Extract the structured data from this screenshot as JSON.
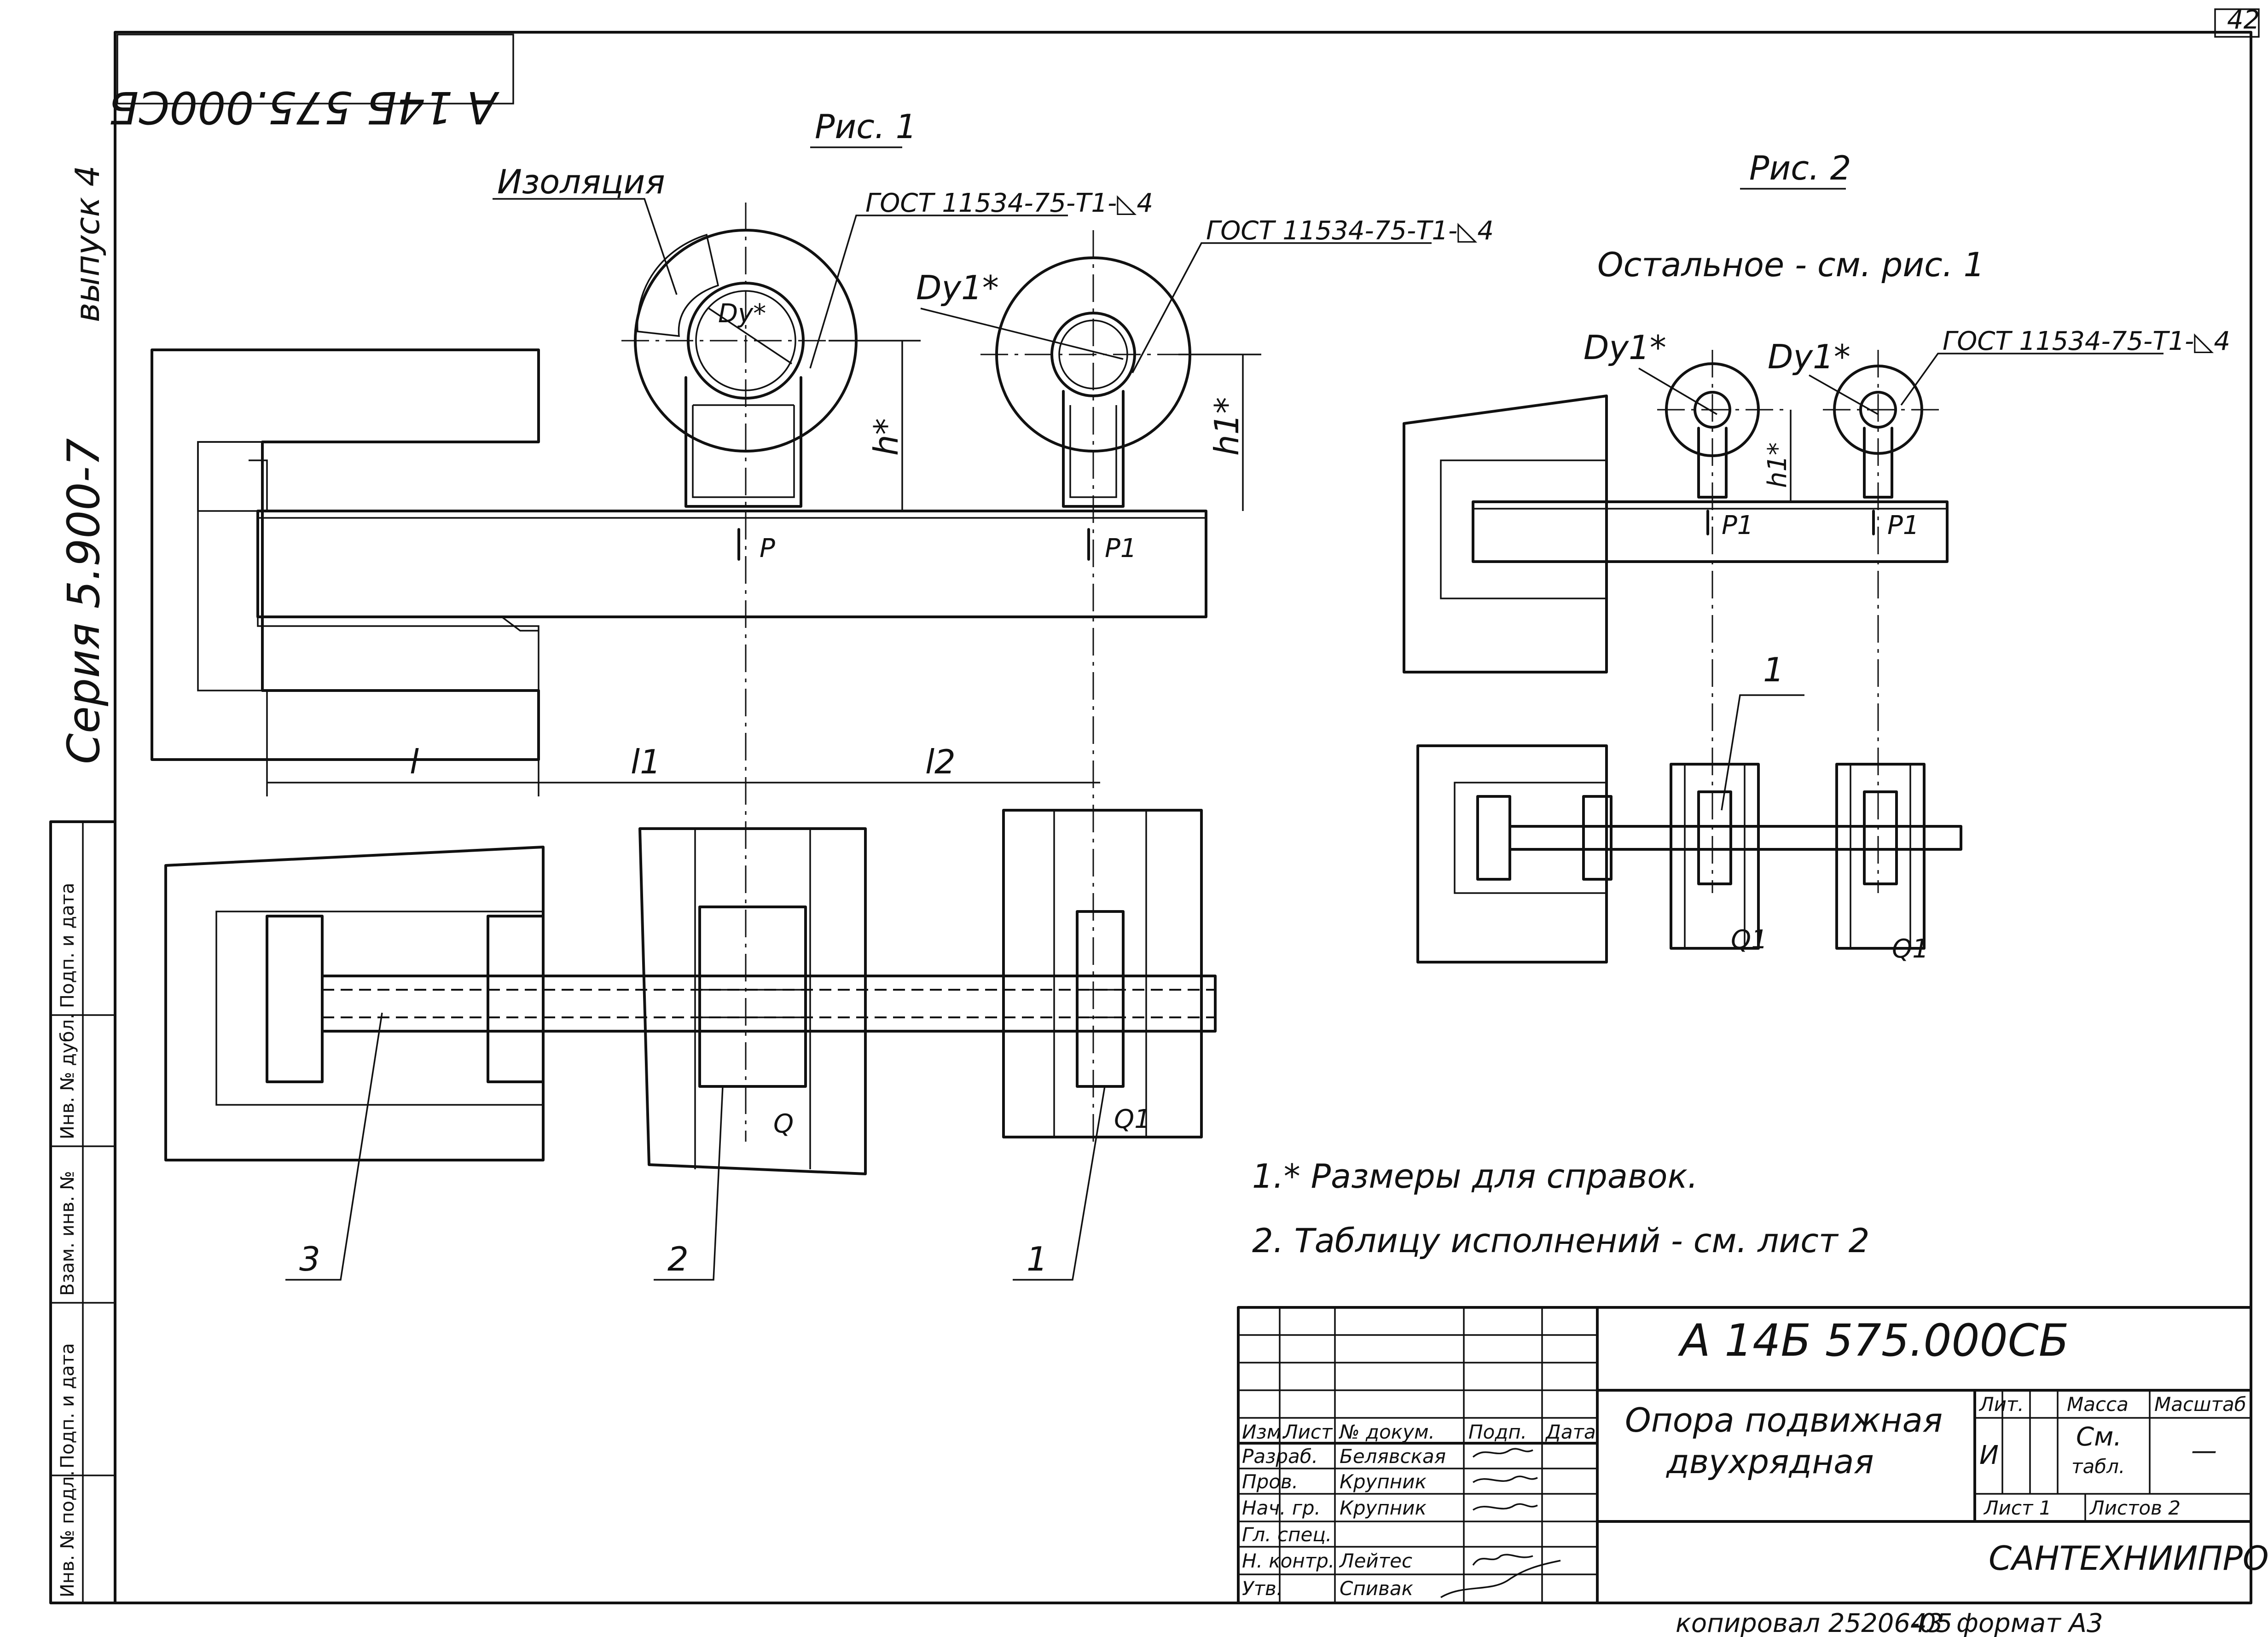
{
  "page": {
    "page_number": "42",
    "stamp_top": "А 14Б 575.000СБ",
    "bottom_note": "копировал 25206-05",
    "bottom_sheet_num": "43",
    "bottom_format": "формат А3"
  },
  "left_margin": {
    "vypusk": "выпуск 4",
    "seriya": "Серия 5.900-7",
    "fields": [
      "Подп. и дата",
      "Инв. № дубл.",
      "Взам. инв. №",
      "Подп. и дата",
      "Инв. № подл."
    ]
  },
  "fig1": {
    "title": "Рис. 1",
    "insulation": "Изоляция",
    "gost_1": "ГОСТ 11534-75-Т1-◺4",
    "gost_2": "ГОСТ 11534-75-Т1-◺4",
    "dy_star": "Dy*",
    "dy1_star": "Dy1*",
    "h_star": "h*",
    "h1_star": "h1*",
    "p": "P",
    "p1": "P1",
    "l": "l",
    "l1": "l1",
    "l2": "l2",
    "q": "Q",
    "q1": "Q1",
    "pos1": "1",
    "pos2": "2",
    "pos3": "3"
  },
  "fig2": {
    "title": "Рис. 2",
    "note": "Остальное - см. рис. 1",
    "dy1_a": "Dy1*",
    "dy1_b": "Dy1*",
    "gost": "ГОСТ 11534-75-Т1-◺4",
    "h1_star": "h1*",
    "p1_a": "P1",
    "p1_b": "P1",
    "q1_a": "Q1",
    "q1_b": "Q1",
    "pos1": "1"
  },
  "notes": [
    "1.* Размеры для справок.",
    "2. Таблицу исполнений - см. лист 2"
  ],
  "title_block": {
    "doc_number": "А 14Б 575.000СБ",
    "name_line1": "Опора подвижная",
    "name_line2": "двухрядная",
    "col_headers": [
      "Изм.",
      "Лист",
      "№ докум.",
      "Подп.",
      "Дата"
    ],
    "roles": [
      {
        "role": "Разраб.",
        "name": "Белявская"
      },
      {
        "role": "Пров.",
        "name": "Крупник"
      },
      {
        "role": "Нач. гр.",
        "name": "Крупник"
      },
      {
        "role": "Гл. спец.",
        "name": ""
      },
      {
        "role": "Н. контр.",
        "name": "Лейтес"
      },
      {
        "role": "Утв.",
        "name": "Спивак"
      }
    ],
    "lit_label": "Лит.",
    "lit_value": "И",
    "mass_label": "Масса",
    "mass_value_1": "См.",
    "mass_value_2": "табл.",
    "scale_label": "Масштаб",
    "scale_value": "—",
    "sheet_label": "Лист 1",
    "sheets_label": "Листов 2",
    "organization": "САНТЕХНИИПРОЕКТ"
  }
}
